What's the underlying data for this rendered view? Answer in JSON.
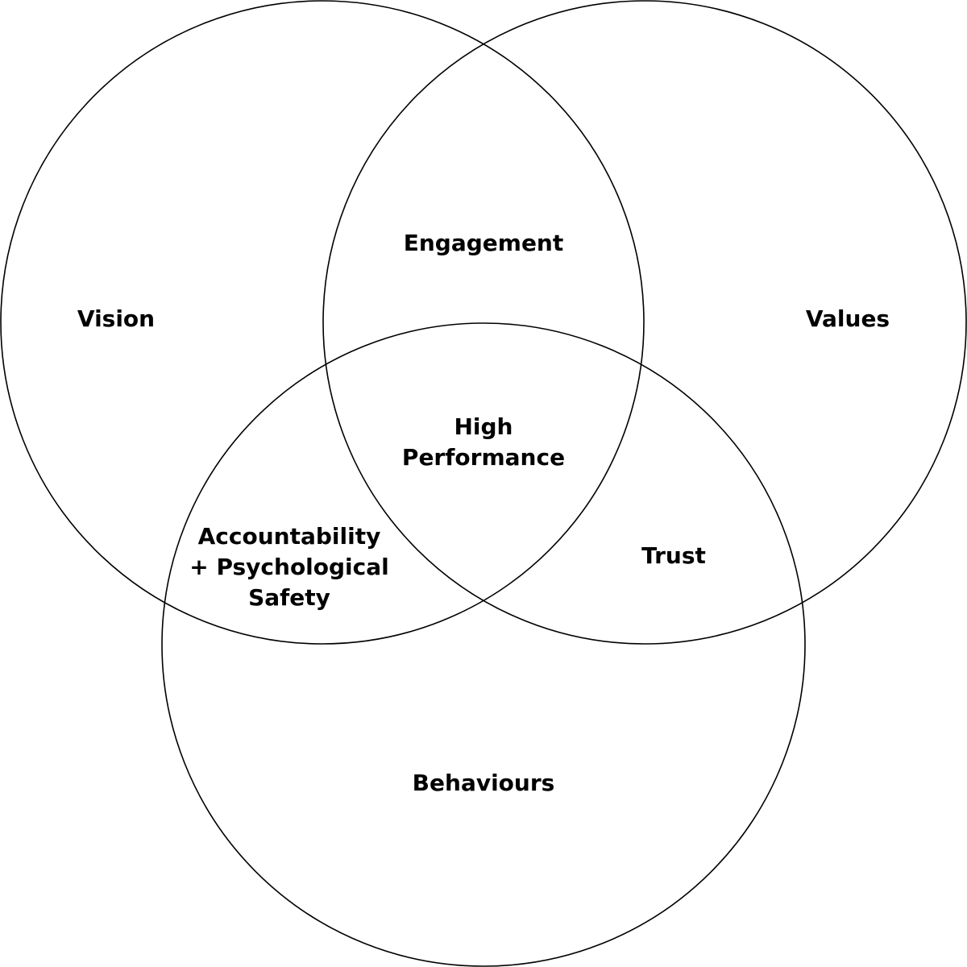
{
  "venn": {
    "sets": {
      "vision": "Vision",
      "values": "Values",
      "behaviours": "Behaviours"
    },
    "overlaps": {
      "vision_values": "Engagement",
      "vision_behaviours": {
        "line1": "Accountability",
        "line2": "+ Psychological",
        "line3": "Safety"
      },
      "values_behaviours": "Trust",
      "all": {
        "line1": "High",
        "line2": "Performance"
      }
    }
  },
  "colors": {
    "stroke": "#000000",
    "text": "#000000",
    "background": "#ffffff"
  }
}
